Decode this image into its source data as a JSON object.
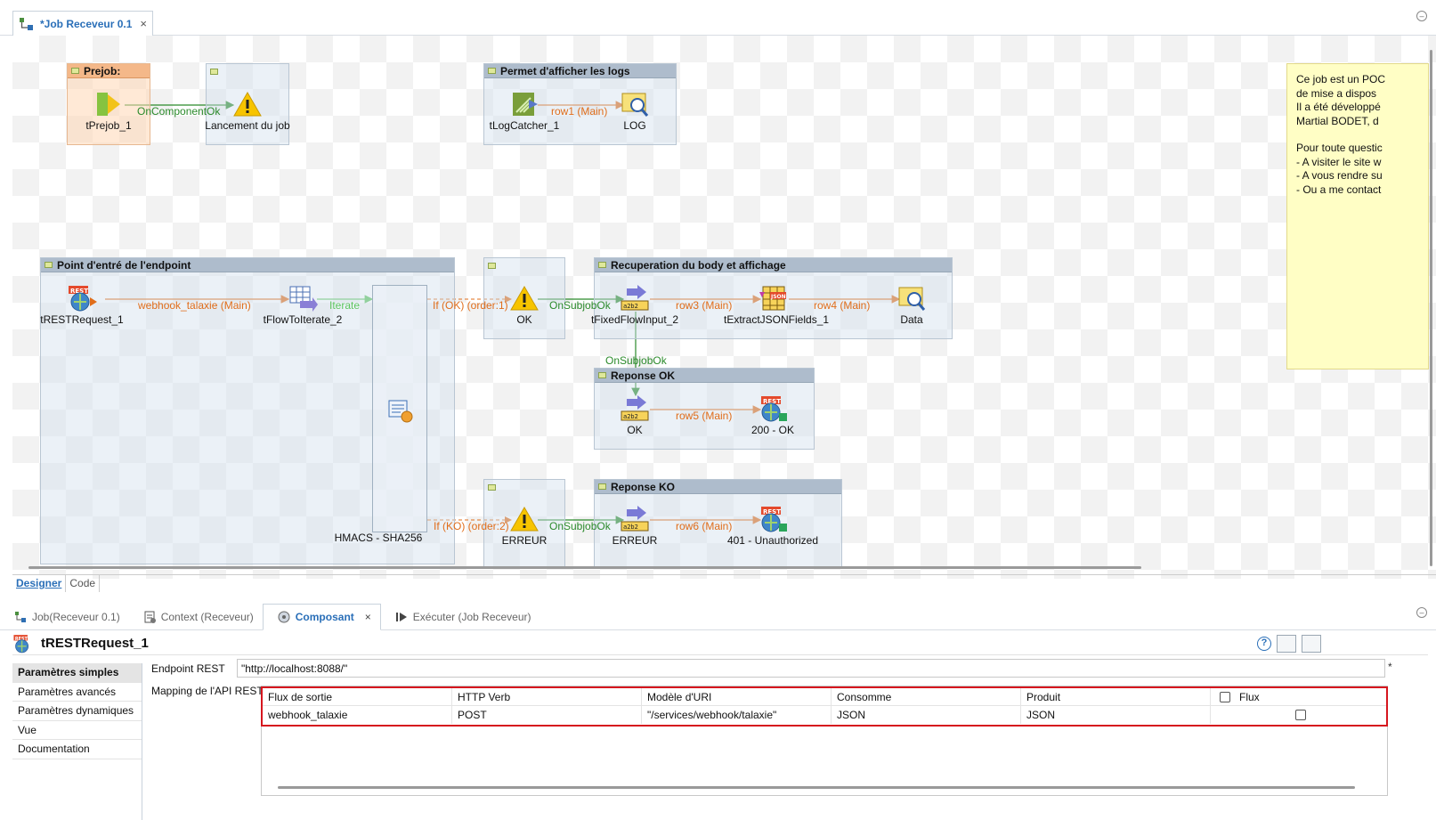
{
  "editor": {
    "tab_title": "*Job Receveur 0.1",
    "close_glyph": "×"
  },
  "canvas": {
    "subjobs": {
      "prejob_title": "Prejob:",
      "logs_title": "Permet d'afficher les logs",
      "endpoint_title": "Point d'entré de l'endpoint",
      "body_title": "Recuperation du body et affichage",
      "ok_title": "Reponse OK",
      "ko_title": "Reponse KO"
    },
    "components": {
      "tprejob": "tPrejob_1",
      "lancement": "Lancement du job",
      "logcatcher": "tLogCatcher_1",
      "log": "LOG",
      "restrequest": "tRESTRequest_1",
      "flowtoiterate": "tFlowToIterate_2",
      "hmacs": "HMACS - SHA256",
      "ok_warn": "OK",
      "erreur_warn": "ERREUR",
      "fixedflow": "tFixedFlowInput_2",
      "extractjson": "tExtractJSONFields_1",
      "data": "Data",
      "ok_fixed": "OK",
      "response200": "200 - OK",
      "erreur_fixed": "ERREUR",
      "response401": "401 - Unauthorized"
    },
    "links": {
      "oncomponentok": "OnComponentOk",
      "row1": "row1 (Main)",
      "webhook": "webhook_talaxie (Main)",
      "iterate": "Iterate",
      "if_ok": "If (OK) (order:1)",
      "if_ko": "If (KO) (order:2)",
      "onsubjobok_1": "OnSubjobOk",
      "onsubjobok_2": "OnSubjobOk",
      "onsubjobok_3": "OnSubjobOk",
      "row3": "row3 (Main)",
      "row4": "row4 (Main)",
      "row5": "row5 (Main)",
      "row6": "row6 (Main)"
    },
    "note": {
      "lines_1": [
        "Ce job est un POC",
        "de mise a dispos",
        "Il a été développé",
        "Martial BODET, d"
      ],
      "lines_2": [
        "Pour toute questic",
        "- A visiter le site w",
        "- A vous rendre su",
        "- Ou a me contact"
      ]
    }
  },
  "mode_tabs": {
    "designer": "Designer",
    "code": "Code"
  },
  "views": {
    "job": "Job(Receveur 0.1)",
    "context": "Context (Receveur)",
    "composant": "Composant",
    "executer": "Exécuter (Job Receveur)"
  },
  "component_panel": {
    "name": "tRESTRequest_1",
    "help": "?",
    "nav": [
      "Paramètres simples",
      "Paramètres avancés",
      "Paramètres dynamiques",
      "Vue",
      "Documentation"
    ],
    "endpoint_label": "Endpoint REST",
    "endpoint_value": "\"http://localhost:8088/\"",
    "required_mark": "*",
    "mapping_label": "Mapping de l'API REST",
    "mapping_columns": [
      "Flux de sortie",
      "HTTP Verb",
      "Modèle d'URI",
      "Consomme",
      "Produit",
      "Flux"
    ],
    "mapping_rows": [
      [
        "webhook_talaxie",
        "POST",
        "\"/services/webhook/talaxie\"",
        "JSON",
        "JSON"
      ]
    ]
  },
  "colors": {
    "accent": "#2a6fb8",
    "main_link": "#e06d1a",
    "trigger_link": "#2b8a2b",
    "highlight_border": "#d6161e",
    "note_bg": "#fffec5"
  }
}
